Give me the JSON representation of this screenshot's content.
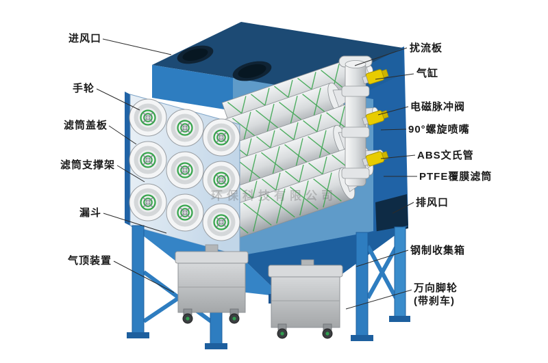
{
  "diagram": {
    "watermark": "环保科技有限公司",
    "labels": {
      "left": [
        {
          "text": "进风口"
        },
        {
          "text": "手轮"
        },
        {
          "text": "滤筒盖板"
        },
        {
          "text": "滤筒支撑架"
        },
        {
          "text": "漏斗"
        },
        {
          "text": "气顶装置"
        }
      ],
      "right": [
        {
          "text": "扰流板"
        },
        {
          "text": "气缸"
        },
        {
          "text": "电磁脉冲阀"
        },
        {
          "text": "90°螺旋喷嘴"
        },
        {
          "text": "ABS文氏管"
        },
        {
          "text": "PTFE覆膜滤筒"
        },
        {
          "text": "排风口"
        },
        {
          "text": "钢制收集箱"
        },
        {
          "text": "万向脚轮",
          "text2": "(带刹车)"
        }
      ]
    },
    "colors": {
      "machine_blue": "#2e7dc0",
      "machine_dark_blue": "#1d5f9e",
      "top_navy": "#1c4a74",
      "filter_green": "#35a44a",
      "valve_yellow": "#e8cc00",
      "box_gray": "#c9cbcd",
      "label_text": "#1a1a1a",
      "leader_line": "#2a2a2a"
    }
  }
}
